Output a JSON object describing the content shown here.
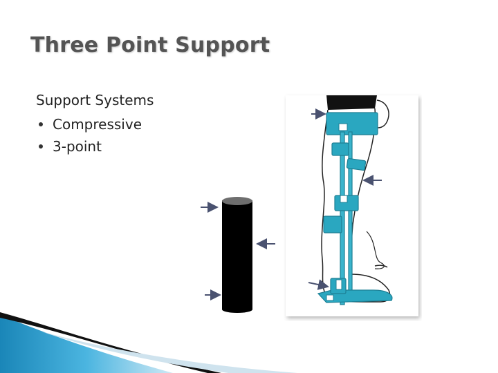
{
  "slide": {
    "title": "Three Point Support",
    "heading": "Support Systems",
    "bullets": [
      "Compressive",
      "3-point"
    ]
  },
  "colors": {
    "title": "#545454",
    "text": "#222222",
    "brace": "#2aa7c0",
    "arrow": "#4a5270",
    "pillar": "#000000"
  },
  "icons": {
    "bullet": "bullet-dot-icon",
    "arrow": "arrow-right-icon"
  }
}
